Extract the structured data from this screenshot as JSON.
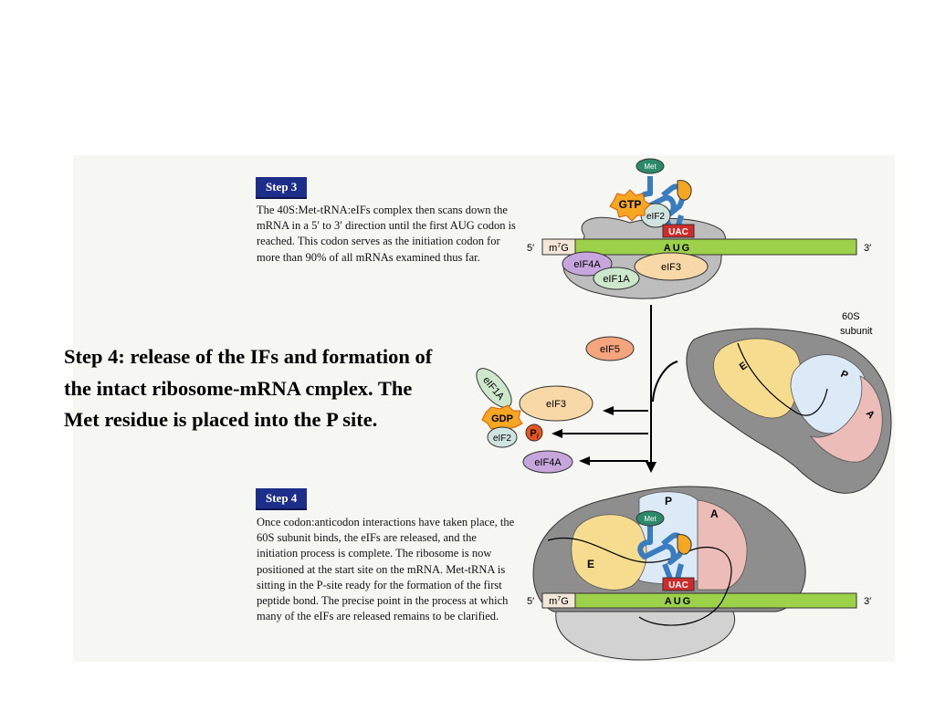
{
  "step3": {
    "label": "Step 3",
    "text": "The 40S:Met-tRNA:eIFs complex then scans down the mRNA in a 5′ to 3′ direction until the first AUG codon is reached. This codon serves as the initiation codon for more than 90% of all mRNAs examined thus far."
  },
  "step4": {
    "label": "Step 4",
    "text": "Once codon:anticodon interactions have taken place, the 60S subunit binds, the eIFs are released, and the initiation process is complete. The ribosome is now positioned at the start site on the mRNA. Met-tRNA is sitting in the P-site ready for the formation of the first peptide bond. The precise point in the process at which many of the eIFs are released remains to be clarified."
  },
  "caption": "Step 4: release of the IFs and formation of the intact ribosome-mRNA cmplex. The Met residue is placed into the P site.",
  "labels": {
    "five_prime": "5′",
    "three_prime": "3′",
    "cap": "m7G",
    "aug": "AUG",
    "uac": "UAC",
    "met": "Met",
    "gtp": "GTP",
    "gdp": "GDP",
    "pi": "Pi",
    "eif2": "eIF2",
    "eif3": "eIF3",
    "eif4a": "eIF4A",
    "eif1a": "eIF1A",
    "eif5": "eIF5",
    "subunit_60s_line1": "60S",
    "subunit_60s_line2": "subunit",
    "site_e": "E",
    "site_p": "P",
    "site_a": "A"
  },
  "colors": {
    "mrna": "#9ed14a",
    "ribosome": "#bdbdbd",
    "e_site": "#f5dc8e",
    "p_site": "#dce9f6",
    "a_site": "#ecbcb8",
    "trna": "#3a7cc0",
    "anticodon": "#d02a2a",
    "met": "#2a8a6a",
    "gtp": "#f5a623",
    "eif2": "#cfe3df",
    "eif3": "#f8d8a6",
    "eif4a": "#c6a6dc",
    "eif1a": "#cde7cc",
    "eif5": "#f4a57e",
    "step_box": "#1d2d8a"
  }
}
